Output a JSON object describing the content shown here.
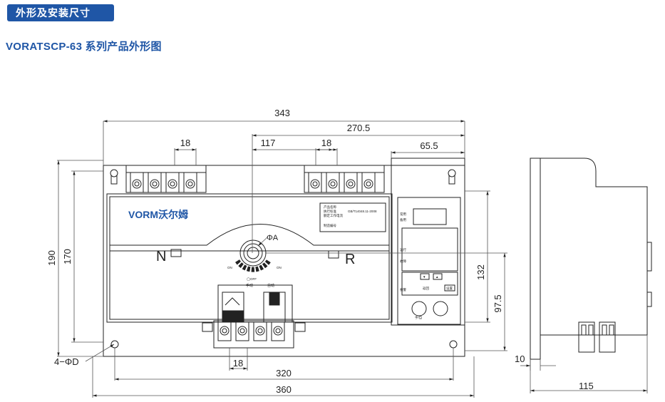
{
  "header": {
    "section_label": "外形及安装尺寸",
    "series_title": "VORATSCP-63 系列产品外形图"
  },
  "colors": {
    "badge": "#1f56a6",
    "title": "#1f56a6",
    "line": "#222222",
    "dim_line": "#555555"
  },
  "dimensions": {
    "overall_width_top": "343",
    "mount_to_right": "270.5",
    "center_offset": "117",
    "terminal_pitch_left": "18",
    "terminal_pitch_right": "18",
    "controller_width": "65.5",
    "overall_height": "190",
    "inner_height": "170",
    "controller_height": "132",
    "handle_height": "97.5",
    "bottom_terminal_pitch": "18",
    "mount_hole_spacing": "320",
    "overall_width_bottom": "360",
    "mount_hole_label": "4−ΦD",
    "side_offset": "10",
    "side_depth": "115",
    "handle_label": "ΦA"
  },
  "front_panel": {
    "brand": "VORM沃尔姆",
    "source_n": "N",
    "source_r": "R",
    "n_on": "ON",
    "r_on": "ON",
    "off_label": "◯OFF",
    "manual": "手动",
    "auto": "自动",
    "label_lines": [
      "产品名称",
      "执行标准",
      "额定工作电流",
      "GB/T14048.11-2008",
      "制造编号"
    ],
    "panel_indicators": [
      "常用",
      "备用",
      "运行",
      "故障",
      "报警"
    ],
    "panel_buttons": [
      "▼",
      "▲",
      "设置",
      "返回",
      "手/自"
    ]
  }
}
